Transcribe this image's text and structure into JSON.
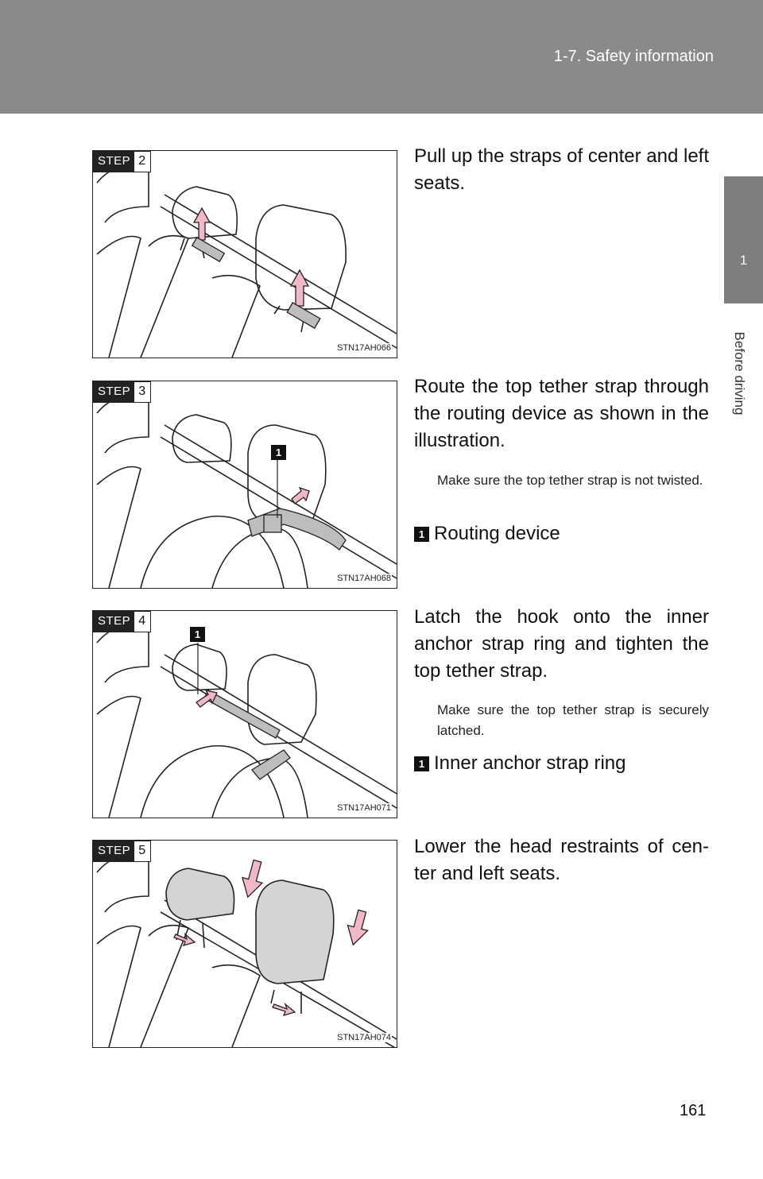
{
  "header": {
    "title": "1-7. Safety information"
  },
  "side_tab": {
    "number": "1",
    "label": "Before driving"
  },
  "steps": [
    {
      "step_label": "STEP",
      "step_number": "2",
      "code": "STN17AH066",
      "text": "Pull up the straps of center and left seats."
    },
    {
      "step_label": "STEP",
      "step_number": "3",
      "code": "STN17AH068",
      "text": "Route the top tether strap through the routing device as shown in the illustration.",
      "note": "Make sure the top tether strap is not twisted.",
      "callout": "1",
      "legend_number": "1",
      "legend_text": "Routing device"
    },
    {
      "step_label": "STEP",
      "step_number": "4",
      "code": "STN17AH071",
      "text": "Latch the hook onto the inner anchor strap ring and tighten the top tether strap.",
      "note": "Make sure the top tether strap is securely latched.",
      "callout": "1",
      "legend_number": "1",
      "legend_text": "Inner anchor strap ring"
    },
    {
      "step_label": "STEP",
      "step_number": "5",
      "code": "STN17AH074",
      "text": "Lower the head restraints of cen- ter and left seats."
    }
  ],
  "page_number": "161",
  "colors": {
    "header": "#8a8a8a",
    "tab": "#7e7e7e",
    "arrow": "#f2b8c8",
    "strap": "#bdbdbd"
  }
}
